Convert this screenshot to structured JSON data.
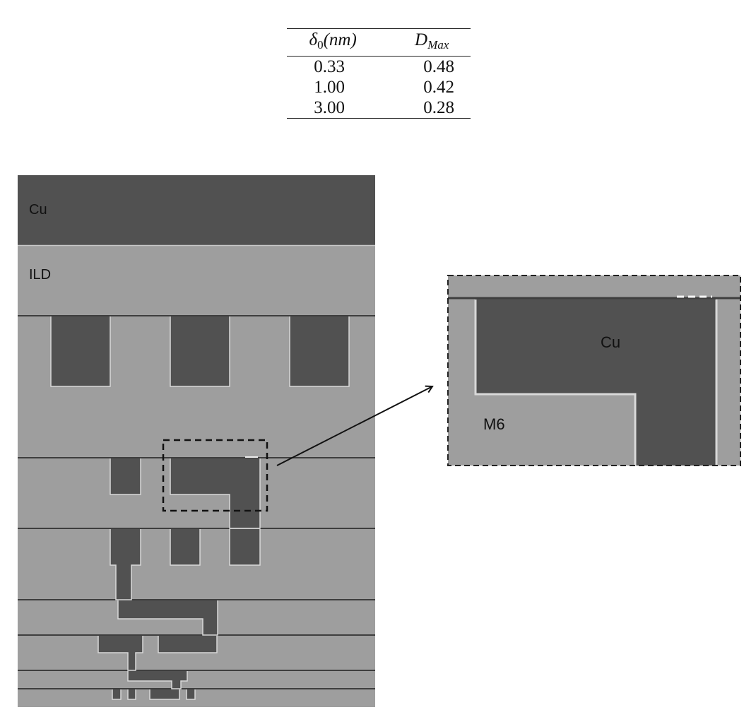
{
  "table": {
    "headers": {
      "col_a_main": "δ",
      "col_a_sub": "0",
      "col_a_unit": "(nm)",
      "col_b_main": "D",
      "col_b_sub": "Max"
    },
    "rows": [
      {
        "delta0_nm": "0.33",
        "d_max": "0.48"
      },
      {
        "delta0_nm": "1.00",
        "d_max": "0.42"
      },
      {
        "delta0_nm": "3.00",
        "d_max": "0.28"
      }
    ]
  },
  "cross_section": {
    "labels": {
      "top_layer": "Cu",
      "dielectric": "ILD"
    },
    "colors": {
      "copper": "#515151",
      "dielectric": "#9e9e9e",
      "liner": "#d8d8d8",
      "interface_line": "#3e3e3e",
      "zoom_box": "#111111"
    }
  },
  "inset": {
    "labels": {
      "copper": "Cu",
      "metal_level": "M6"
    }
  }
}
